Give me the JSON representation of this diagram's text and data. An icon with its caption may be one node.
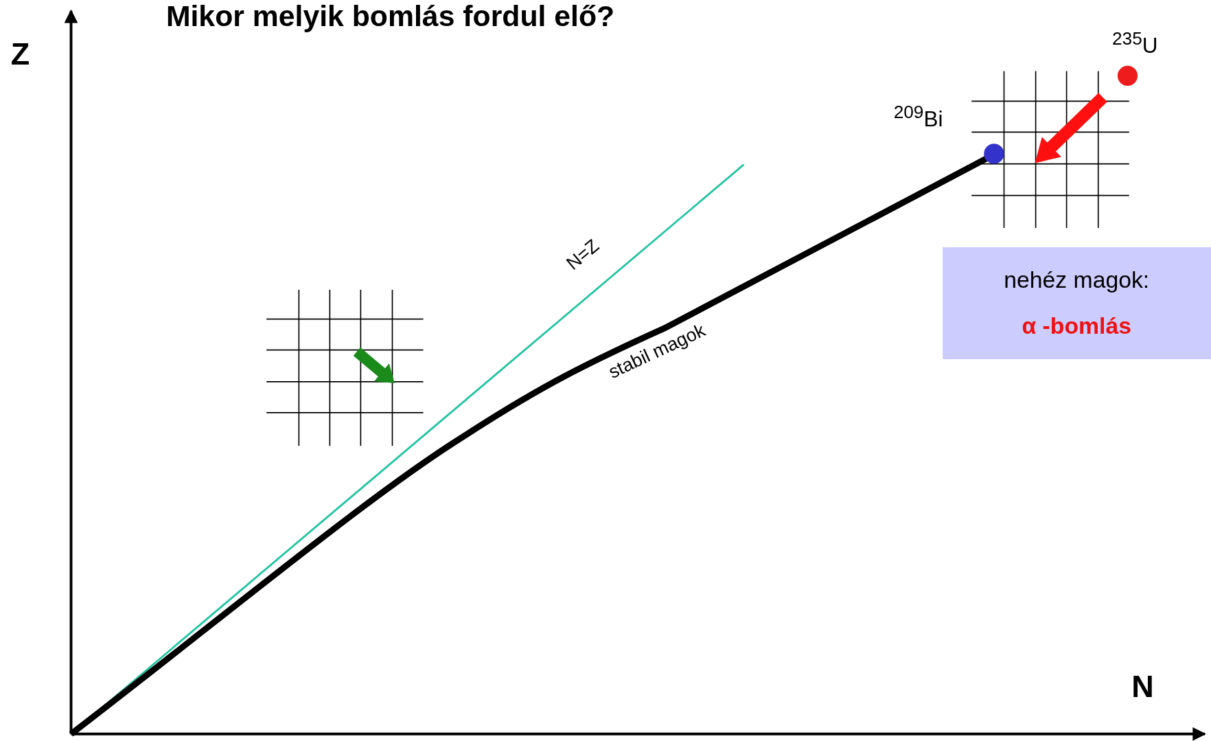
{
  "diagram": {
    "title": "Mikor melyik bomlás fordul elő?",
    "nodes": [
      {
        "text": [
          "nehéz magok:",
          "α -bomlás"
        ]
      }
    ],
    "labels": [
      "Z",
      "$^{235}$U",
      "$^{209}$Bi",
      "N=Z",
      "stabil magok",
      "N"
    ]
  }
}
